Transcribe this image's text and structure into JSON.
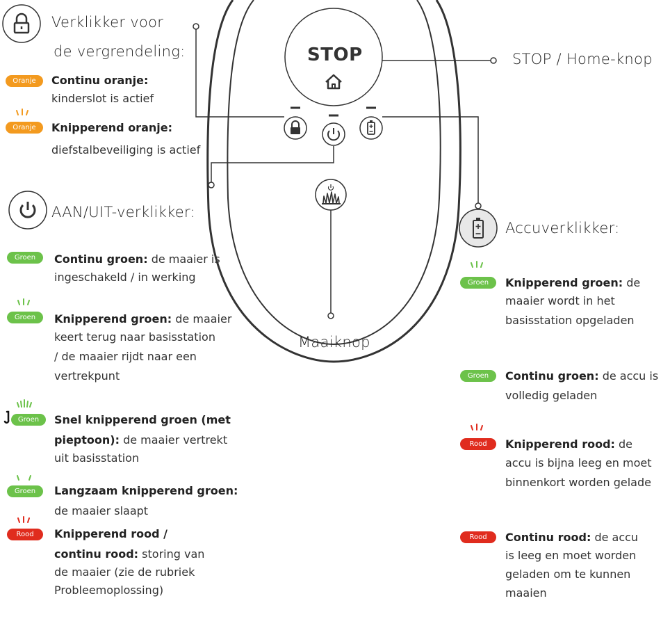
{
  "lock_section": {
    "heading_line1": "Verklikker voor",
    "heading_line2": "de vergrendeling:",
    "items": [
      {
        "badge": "Oranje",
        "title": "Continu oranje:",
        "desc": "kinderslot is actief"
      },
      {
        "badge": "Oranje",
        "title": "Knipperend oranje:",
        "desc": "diefstalbeveiliging is actief"
      }
    ]
  },
  "power_section": {
    "heading": "AAN/UIT-verklikker:",
    "items": [
      {
        "badge": "Groen",
        "title": "Continu groen:",
        "desc_inline": "de maaier is",
        "desc_lines": [
          "ingeschakeld / in werking"
        ]
      },
      {
        "badge": "Groen",
        "title": "Knipperend groen:",
        "desc_inline": "de maaier",
        "desc_lines": [
          "keert terug naar basisstation",
          "/ de maaier rijdt naar een",
          "vertrekpunt"
        ]
      },
      {
        "badge": "Groen",
        "title": "Snel knipperend groen (met",
        "title2": "pieptoon):",
        "desc_inline": "de maaier vertrekt",
        "desc_lines": [
          "uit basisstation"
        ]
      },
      {
        "badge": "Groen",
        "title": "Langzaam knipperend groen:",
        "desc_lines": [
          "de maaier slaapt"
        ]
      },
      {
        "badge": "Rood",
        "title": "Knipperend rood /",
        "title2": "continu rood:",
        "desc_inline": "storing van",
        "desc_lines": [
          "de maaier (zie de rubriek",
          "Probleemoplossing)"
        ]
      }
    ]
  },
  "battery_section": {
    "heading": "Accuverklikker:",
    "items": [
      {
        "badge": "Groen",
        "title": "Knipperend groen:",
        "desc_inline": "de",
        "desc_lines": [
          "maaier wordt in het",
          "basisstation opgeladen"
        ]
      },
      {
        "badge": "Groen",
        "title": "Continu groen:",
        "desc_inline": "de accu is",
        "desc_lines": [
          "volledig geladen"
        ]
      },
      {
        "badge": "Rood",
        "title": "Knipperend rood:",
        "desc_inline": "de",
        "desc_lines": [
          "accu is bijna leeg en moet",
          "binnenkort worden gelade"
        ]
      },
      {
        "badge": "Rood",
        "title": "Continu rood:",
        "desc_inline": "de accu",
        "desc_lines": [
          "is leeg en moet worden",
          "geladen om te kunnen",
          "maaien"
        ]
      }
    ]
  },
  "stop_button": {
    "label": "STOP",
    "callout": "STOP / Home-knop"
  },
  "mow_button": {
    "callout": "Maaiknop"
  },
  "colors": {
    "orange": "#f39a1f",
    "green": "#6cc24a",
    "red": "#e02c1e",
    "outline": "#333333",
    "line": "#333333"
  }
}
